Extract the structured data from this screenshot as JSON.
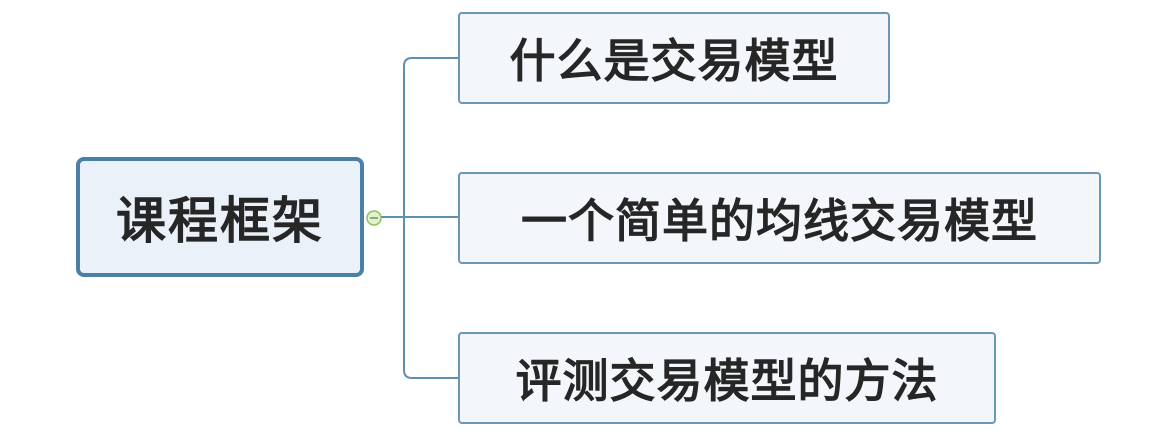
{
  "diagram": {
    "root": {
      "label": "课程框架"
    },
    "children": [
      {
        "label": "什么是交易模型"
      },
      {
        "label": "一个简单的均线交易模型"
      },
      {
        "label": "评测交易模型的方法"
      }
    ]
  },
  "colors": {
    "root_border": "#4a7fa6",
    "root_fill": "#eaf1f9",
    "child_border": "#6b96b5",
    "child_fill": "#f3f7fb",
    "connector": "#5f8fae",
    "collapse_toggle": "#8dbf5f",
    "text": "#262626"
  }
}
